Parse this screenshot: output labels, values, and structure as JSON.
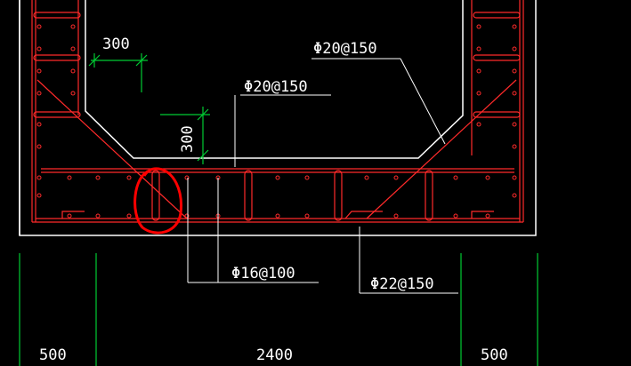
{
  "drawing": {
    "labels": {
      "top_right_rebar": "Φ20@150",
      "top_center_rebar": "Φ20@150",
      "bottom_center_rebar": "Φ16@100",
      "bottom_right_rebar": "Φ22@150"
    },
    "dimensions": {
      "haunch_horizontal": "300",
      "haunch_vertical": "300",
      "left_span": "500",
      "center_span": "2400",
      "right_span": "500"
    },
    "colors": {
      "background": "#000000",
      "rebar": "#ff2a2a",
      "dimension": "#00cc33",
      "outline": "#ffffff",
      "highlight": "#ff0000"
    }
  }
}
